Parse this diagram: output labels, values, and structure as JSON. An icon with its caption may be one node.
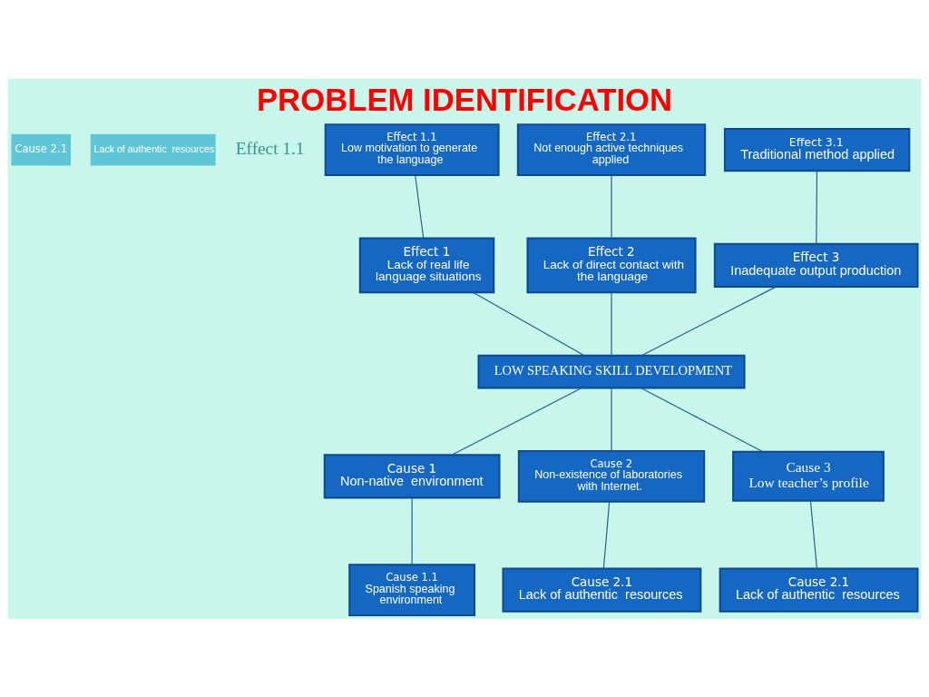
{
  "diagram": {
    "title": "PROBLEM IDENTIFICATION",
    "nodes": [
      {
        "text": [
          "Effect 1.1",
          "Low motivation to generate the language"
        ]
      },
      {
        "text": [
          "Effect 2.1",
          "Not enough active techniques applied"
        ]
      },
      {
        "text": [
          "Effect 3.1",
          "Traditional method applied"
        ]
      },
      {
        "text": [
          "Effect 1",
          "Lack of real life language situations"
        ]
      },
      {
        "text": [
          "Effect 2",
          "Lack of direct contact with the language"
        ]
      },
      {
        "text": [
          "Effect 3",
          "Inadequate output production"
        ]
      },
      {
        "text": [
          "LOW SPEAKING SKILL DEVELOPMENT"
        ]
      },
      {
        "text": [
          "Cause 1",
          "Non-native  environment"
        ]
      },
      {
        "text": [
          "Cause 2",
          "Non-existence of laboratories with Internet."
        ]
      },
      {
        "text": [
          "Cause 3",
          "Low teacher’s profile"
        ]
      },
      {
        "text": [
          "Cause 1.1",
          "Spanish speaking environment"
        ]
      },
      {
        "text": [
          "Cause 2.1",
          "Lack of authentic  resources"
        ]
      },
      {
        "text": [
          "Cause 2.1",
          "Lack of authentic  resources"
        ]
      }
    ],
    "edges": [
      {
        "from": 0,
        "to": 3,
        "arrow": "none"
      },
      {
        "from": 1,
        "to": 4,
        "arrow": "none"
      },
      {
        "from": 2,
        "to": 5,
        "arrow": "none"
      },
      {
        "from": 3,
        "to": 6,
        "arrow": "none"
      },
      {
        "from": 4,
        "to": 6,
        "arrow": "none"
      },
      {
        "from": 5,
        "to": 6,
        "arrow": "none"
      },
      {
        "from": 6,
        "to": 7,
        "arrow": "none"
      },
      {
        "from": 6,
        "to": 8,
        "arrow": "none"
      },
      {
        "from": 6,
        "to": 9,
        "arrow": "none"
      },
      {
        "from": 7,
        "to": 10,
        "arrow": "none"
      },
      {
        "from": 8,
        "to": 11,
        "arrow": "none"
      },
      {
        "from": 9,
        "to": 12,
        "arrow": "none"
      }
    ],
    "labels": [
      "Cause 2.1",
      "Lack of authentic  resources",
      "Effect 1.1"
    ]
  }
}
